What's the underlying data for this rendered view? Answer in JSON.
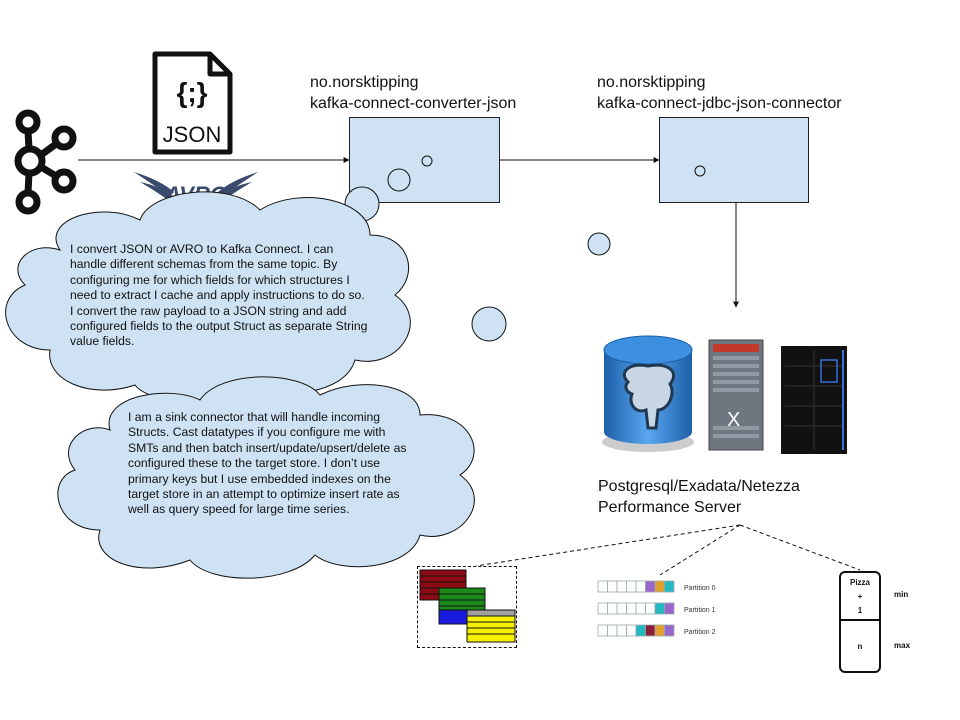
{
  "connectors": {
    "converter": {
      "line1": "no.norsktipping",
      "line2": "kafka-connect-converter-json"
    },
    "jdbc": {
      "line1": "no.norsktipping",
      "line2": "kafka-connect-jdbc-json-connector"
    }
  },
  "logos": {
    "json_label": "JSON",
    "json_braces": "{;}",
    "avro_label": "AVRO",
    "exadata_letter": "X"
  },
  "clouds": {
    "converter_text": "I convert JSON or AVRO to Kafka Connect. I can handle different schemas from the same topic. By configuring me for which fields for which structures I need to extract I cache and apply instructions to do so. I convert the raw payload to a JSON string and add configured fields to the output Struct as separate String value fields.",
    "sink_text": "I am a sink connector that will handle incoming Structs. Cast datatypes if you configure me with SMTs and then batch insert/update/upsert/delete as configured these to the target store. I don’t use primary keys but I use embedded indexes on the target store in an attempt to optimize insert rate as well as query speed for large time series."
  },
  "target_store": {
    "line1": "Postgresql/Exadata/Netezza",
    "line2": "Performance Server"
  },
  "partitions": [
    {
      "label": "Partition 0",
      "fills": [
        "#ffffff",
        "#ffffff",
        "#ffffff",
        "#ffffff",
        "#ffffff",
        "#9966cc",
        "#e0a030",
        "#22b8c0"
      ]
    },
    {
      "label": "Partition 1",
      "fills": [
        "#ffffff",
        "#ffffff",
        "#ffffff",
        "#ffffff",
        "#ffffff",
        "#ffffff",
        "#22b8c0",
        "#9966cc"
      ]
    },
    {
      "label": "Partition 2",
      "fills": [
        "#ffffff",
        "#ffffff",
        "#ffffff",
        "#ffffff",
        "#22b8c0",
        "#8b1c3a",
        "#e0a030",
        "#9966cc"
      ]
    }
  ],
  "index_panel": {
    "top_line1": "Pizza",
    "top_line2": "+",
    "top_line3": "1",
    "bottom": "n",
    "min_label": "min",
    "max_label": "max"
  },
  "colors": {
    "box_fill": "#cfe2f3",
    "cloud_fill": "#cfe2f3"
  }
}
